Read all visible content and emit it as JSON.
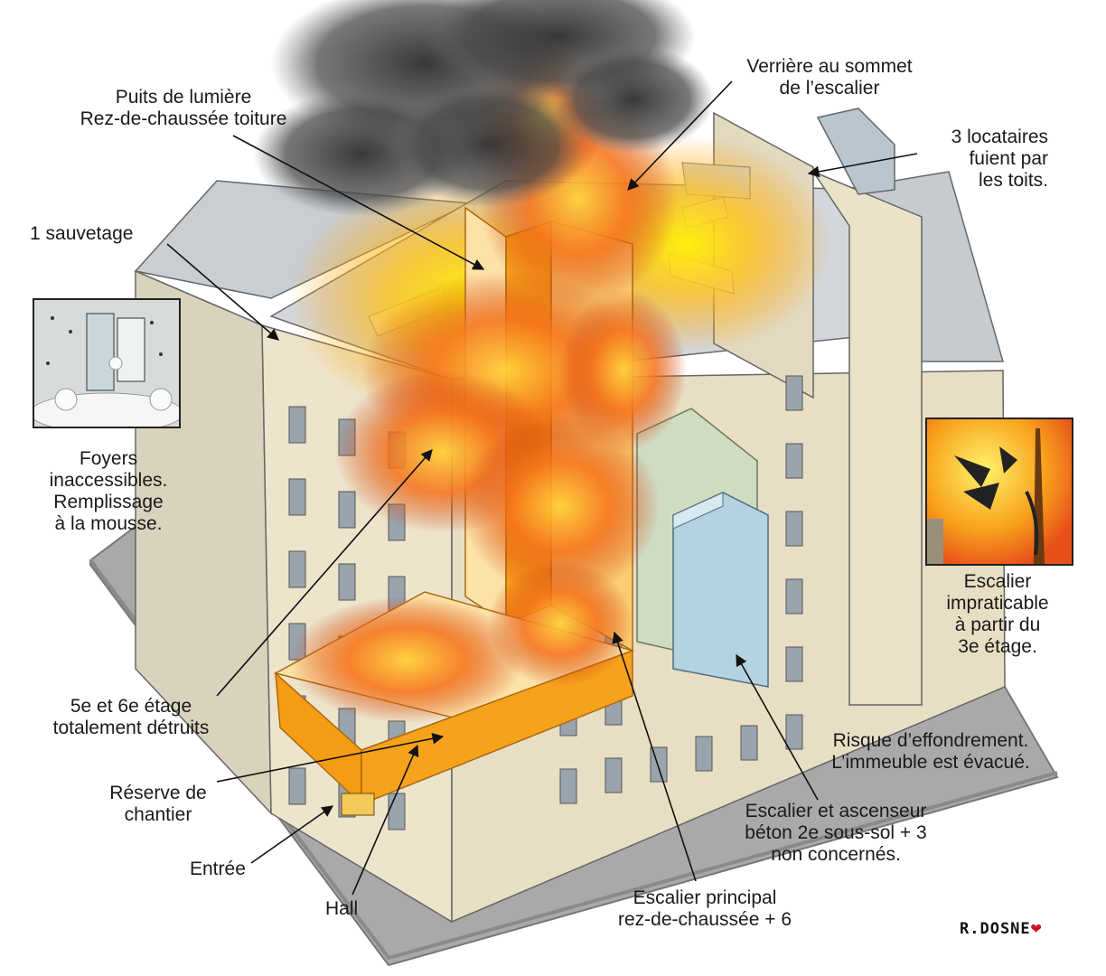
{
  "labels": {
    "puits": [
      "Puits de lumière",
      "Rez-de-chaussée toiture"
    ],
    "verriere": [
      "Verrière au sommet",
      "de l’escalier"
    ],
    "locataires": [
      "3 locataires",
      "fuient par",
      "les toits."
    ],
    "sauvetage": [
      "1 sauvetage"
    ],
    "foyers": [
      "Foyers",
      "inaccessibles.",
      "Remplissage",
      "à la mousse."
    ],
    "escalier_impraticable": [
      "Escalier",
      "impraticable",
      "à partir du",
      "3e étage."
    ],
    "detruits": [
      "5e et 6e étage",
      "totalement détruits"
    ],
    "reserve": [
      "Réserve de",
      "chantier"
    ],
    "entree": [
      "Entrée"
    ],
    "hall": [
      "Hall"
    ],
    "risque": [
      "Risque d’effondrement.",
      "L’immeuble est évacué."
    ],
    "beton": [
      "Escalier et ascenseur",
      "béton 2e sous-sol + 3",
      "non concernés."
    ],
    "principal": [
      "Escalier principal",
      "rez-de-chaussée + 6"
    ]
  },
  "signature": "R.DOSNE",
  "colors": {
    "facade": "#efe6cf",
    "roof": "#d4d8dc",
    "street": "#a5a5a5",
    "stair_orange": "#f7a21c",
    "stair_light": "#fde2a8",
    "fire": "#f36a12",
    "smoke": "#3a3a3a",
    "elevator_green": "#cfdcc2",
    "elevator_blue": "#b4d2e0",
    "heart": "#d0102a"
  },
  "icons": [
    "smoke-cloud-icon",
    "fire-icon",
    "heart-icon",
    "arrow-icon"
  ]
}
